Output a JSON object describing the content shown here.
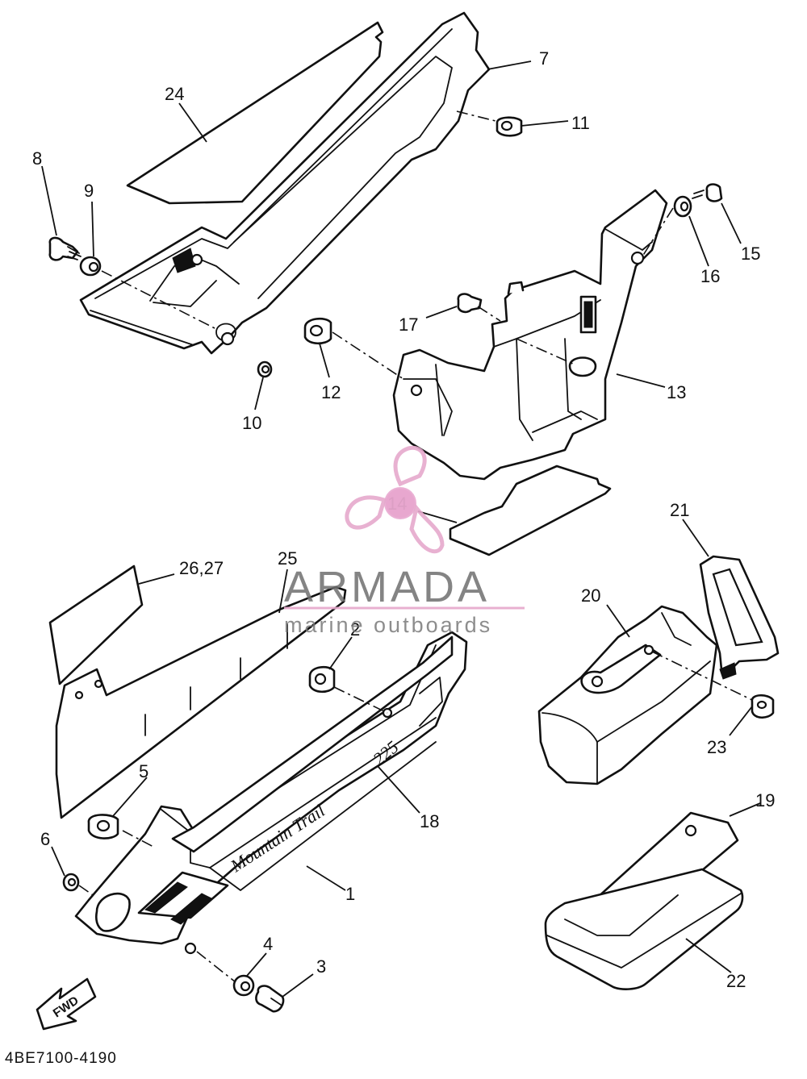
{
  "callouts": [
    {
      "id": "c1",
      "text": "1"
    },
    {
      "id": "c2",
      "text": "2"
    },
    {
      "id": "c3",
      "text": "3"
    },
    {
      "id": "c4",
      "text": "4"
    },
    {
      "id": "c5",
      "text": "5"
    },
    {
      "id": "c6",
      "text": "6"
    },
    {
      "id": "c7",
      "text": "7"
    },
    {
      "id": "c8",
      "text": "8"
    },
    {
      "id": "c9",
      "text": "9"
    },
    {
      "id": "c10",
      "text": "10"
    },
    {
      "id": "c11",
      "text": "11"
    },
    {
      "id": "c12",
      "text": "12"
    },
    {
      "id": "c13",
      "text": "13"
    },
    {
      "id": "c14",
      "text": "14"
    },
    {
      "id": "c15",
      "text": "15"
    },
    {
      "id": "c16",
      "text": "16"
    },
    {
      "id": "c17",
      "text": "17"
    },
    {
      "id": "c18",
      "text": "18"
    },
    {
      "id": "c19",
      "text": "19"
    },
    {
      "id": "c20",
      "text": "20"
    },
    {
      "id": "c21",
      "text": "21"
    },
    {
      "id": "c22",
      "text": "22"
    },
    {
      "id": "c23",
      "text": "23"
    },
    {
      "id": "c24",
      "text": "24"
    },
    {
      "id": "c25",
      "text": "25"
    },
    {
      "id": "c26",
      "text": "26,27"
    }
  ],
  "side_cover_emblem": {
    "model_script": "Mountain Trail",
    "model_number": "225"
  },
  "direction_arrow": {
    "label": "FWD"
  },
  "footer": {
    "diagram_code": "4BE7100-4190"
  },
  "watermark": {
    "brand": "ARMADA",
    "tagline": "marine outboards",
    "accent_color": "#e6a8cc"
  }
}
